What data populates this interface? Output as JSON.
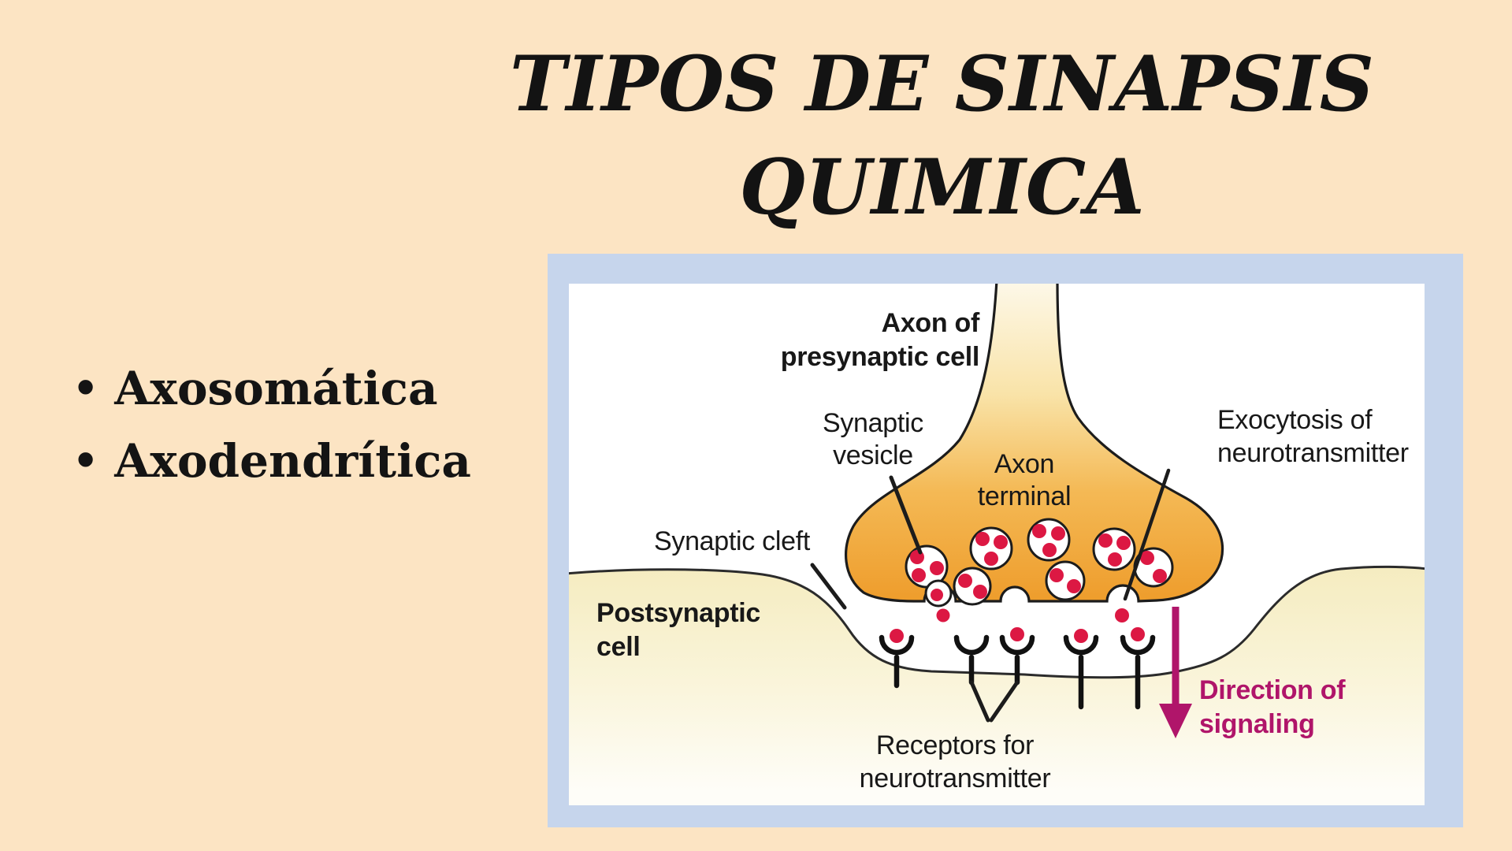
{
  "slide": {
    "title": {
      "line1": "TIPOS DE SINAPSIS",
      "line2": "QUIMICA"
    },
    "bullet_marker": "•",
    "bullets": [
      "Axosomática",
      "Axodendrítica"
    ]
  },
  "diagram": {
    "labels": {
      "axon_presynaptic": [
        "Axon of",
        "presynaptic cell"
      ],
      "synaptic_vesicle": [
        "Synaptic",
        "vesicle"
      ],
      "axon_terminal": [
        "Axon",
        "terminal"
      ],
      "exocytosis": [
        "Exocytosis of",
        "neurotransmitter"
      ],
      "synaptic_cleft": "Synaptic cleft",
      "postsynaptic_cell": [
        "Postsynaptic",
        "cell"
      ],
      "receptors": [
        "Receptors for",
        "neurotransmitter"
      ],
      "direction_of_signaling": [
        "Direction of",
        "signaling"
      ]
    },
    "colors": {
      "slide_background": "#fce4c3",
      "frame_border_blue": "#c6d5ec",
      "canvas_white": "#ffffff",
      "axon_terminal_top": "#fdf8e8",
      "axon_terminal_bottom": "#ee9c2b",
      "postsynaptic_fill": "#f5ecc0",
      "outline_black": "#1c1c1c",
      "neurotransmitter_red": "#dc1843",
      "signal_arrow_magenta": "#b0156a",
      "title_text": "#131313"
    }
  }
}
